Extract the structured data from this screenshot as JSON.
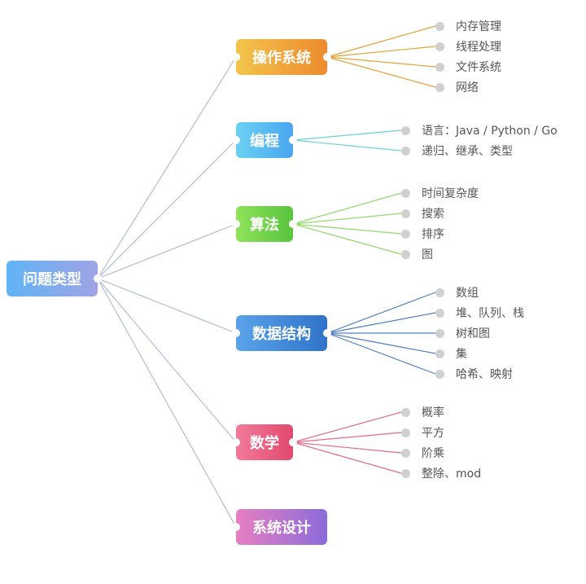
{
  "root": {
    "label": "问题类型",
    "gradient": [
      "#5fb4f4",
      "#9fa3e6"
    ]
  },
  "branches": [
    {
      "label": "操作系统",
      "colors": [
        "#f2c54b",
        "#ee8a2e"
      ],
      "line": "#e1a23a",
      "leaves": [
        "内存管理",
        "线程处理",
        "文件系统",
        "网络"
      ]
    },
    {
      "label": "编程",
      "colors": [
        "#6ad1f2",
        "#4aa6f0"
      ],
      "line": "#6dd0d2",
      "leaves": [
        "语言：Java / Python / Go",
        "递归、继承、类型"
      ]
    },
    {
      "label": "算法",
      "colors": [
        "#8fe25a",
        "#58c43e"
      ],
      "line": "#8fd86a",
      "leaves": [
        "时间复杂度",
        "搜索",
        "排序",
        "图"
      ]
    },
    {
      "label": "数据结构",
      "colors": [
        "#5aa3ea",
        "#2f73c9"
      ],
      "line": "#4f7fbf",
      "leaves": [
        "数组",
        "堆、队列、栈",
        "树和图",
        "集",
        "哈希、映射"
      ]
    },
    {
      "label": "数学",
      "colors": [
        "#f27b9a",
        "#e1496e"
      ],
      "line": "#e06a8c",
      "leaves": [
        "概率",
        "平方",
        "阶乘",
        "整除、mod"
      ]
    },
    {
      "label": "系统设计",
      "colors": [
        "#e77fc2",
        "#8b6bd9"
      ],
      "line": "#b9a0d8",
      "leaves": []
    }
  ]
}
